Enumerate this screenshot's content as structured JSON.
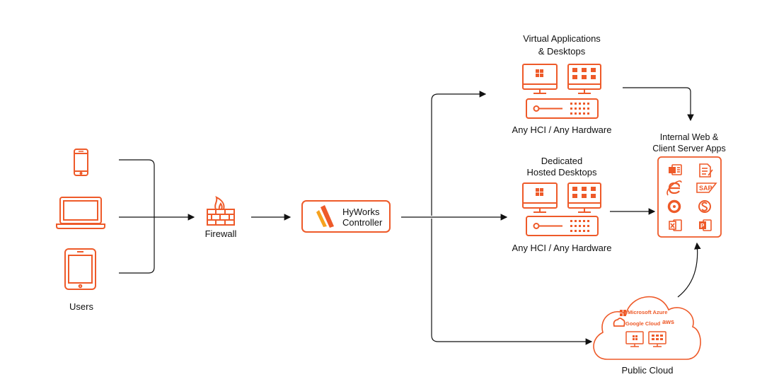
{
  "colors": {
    "accent": "#ee5a29",
    "line": "#111111"
  },
  "labels": {
    "users": "Users",
    "firewall": "Firewall",
    "controller_line1": "HyWorks",
    "controller_line2": "Controller",
    "virtual_line1": "Virtual Applications",
    "virtual_line2": "& Desktops",
    "hardware_top": "Any HCI / Any Hardware",
    "dedicated_line1": "Dedicated",
    "dedicated_line2": "Hosted Desktops",
    "hardware_bottom": "Any HCI / Any Hardware",
    "internal_line1": "Internal Web &",
    "internal_line2": "Client Server Apps",
    "public_cloud": "Public Cloud"
  },
  "cloud_providers": {
    "azure": "Microsoft Azure",
    "google": "Google Cloud",
    "aws": "aws"
  },
  "icons": [
    "smartphone-icon",
    "laptop-icon",
    "tablet-icon",
    "firewall-icon",
    "hyworks-logo-icon",
    "monitor-windows-icon",
    "monitor-apps-icon",
    "server-icon",
    "word-icon",
    "document-icon",
    "internet-explorer-icon",
    "sap-icon",
    "chrome-icon",
    "skype-icon",
    "excel-icon",
    "powerpoint-icon",
    "cloud-icon"
  ]
}
